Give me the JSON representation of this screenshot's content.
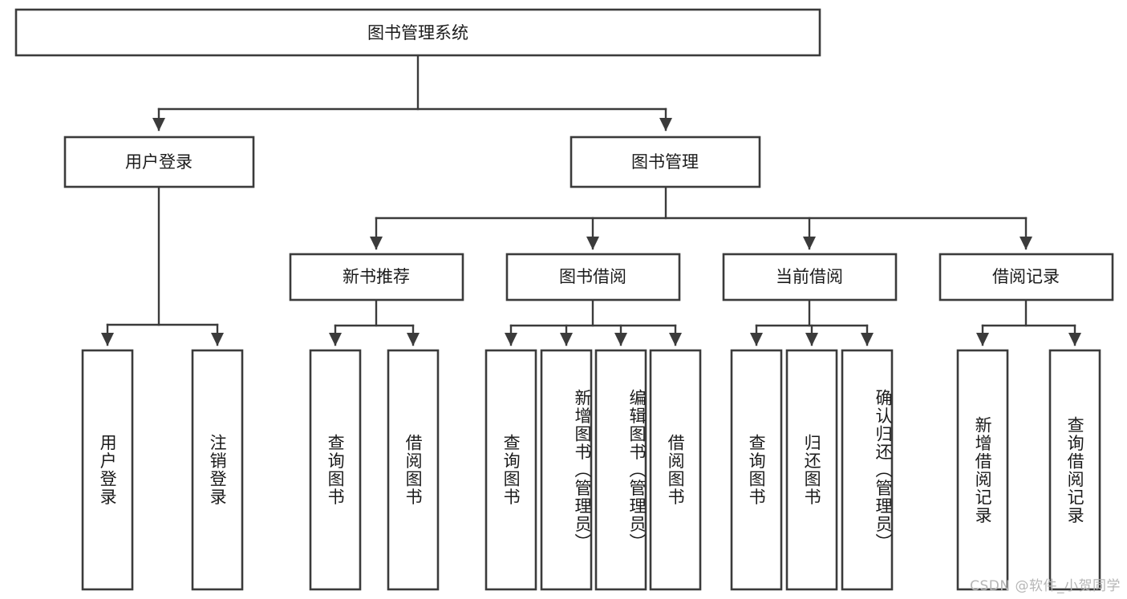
{
  "diagram": {
    "type": "tree",
    "title": "图书管理系统",
    "root": {
      "label": "图书管理系统"
    },
    "level1": [
      {
        "label": "用户登录"
      },
      {
        "label": "图书管理"
      }
    ],
    "level2": [
      {
        "label": "新书推荐"
      },
      {
        "label": "图书借阅"
      },
      {
        "label": "当前借阅"
      },
      {
        "label": "借阅记录"
      }
    ],
    "leaves": {
      "user_login": [
        {
          "label": "用户登录"
        },
        {
          "label": "注销登录"
        }
      ],
      "new_book_recommend": [
        {
          "label": "查询图书"
        },
        {
          "label": "借阅图书"
        }
      ],
      "book_borrow": [
        {
          "label": "查询图书"
        },
        {
          "label": "新增图书（管理员）"
        },
        {
          "label": "编辑图书（管理员）"
        },
        {
          "label": "借阅图书"
        }
      ],
      "current_borrow": [
        {
          "label": "查询图书"
        },
        {
          "label": "归还图书"
        },
        {
          "label": "确认归还（管理员）"
        }
      ],
      "borrow_record": [
        {
          "label": "新增借阅记录"
        },
        {
          "label": "查询借阅记录"
        }
      ]
    }
  },
  "watermark": {
    "text": "CSDN @软件_小贺同学"
  },
  "colors": {
    "box_stroke": "#3b3b3b",
    "box_fill": "#ffffff",
    "text": "#1b1b1b",
    "watermark": "#b6b6b6",
    "background": "#ffffff"
  }
}
